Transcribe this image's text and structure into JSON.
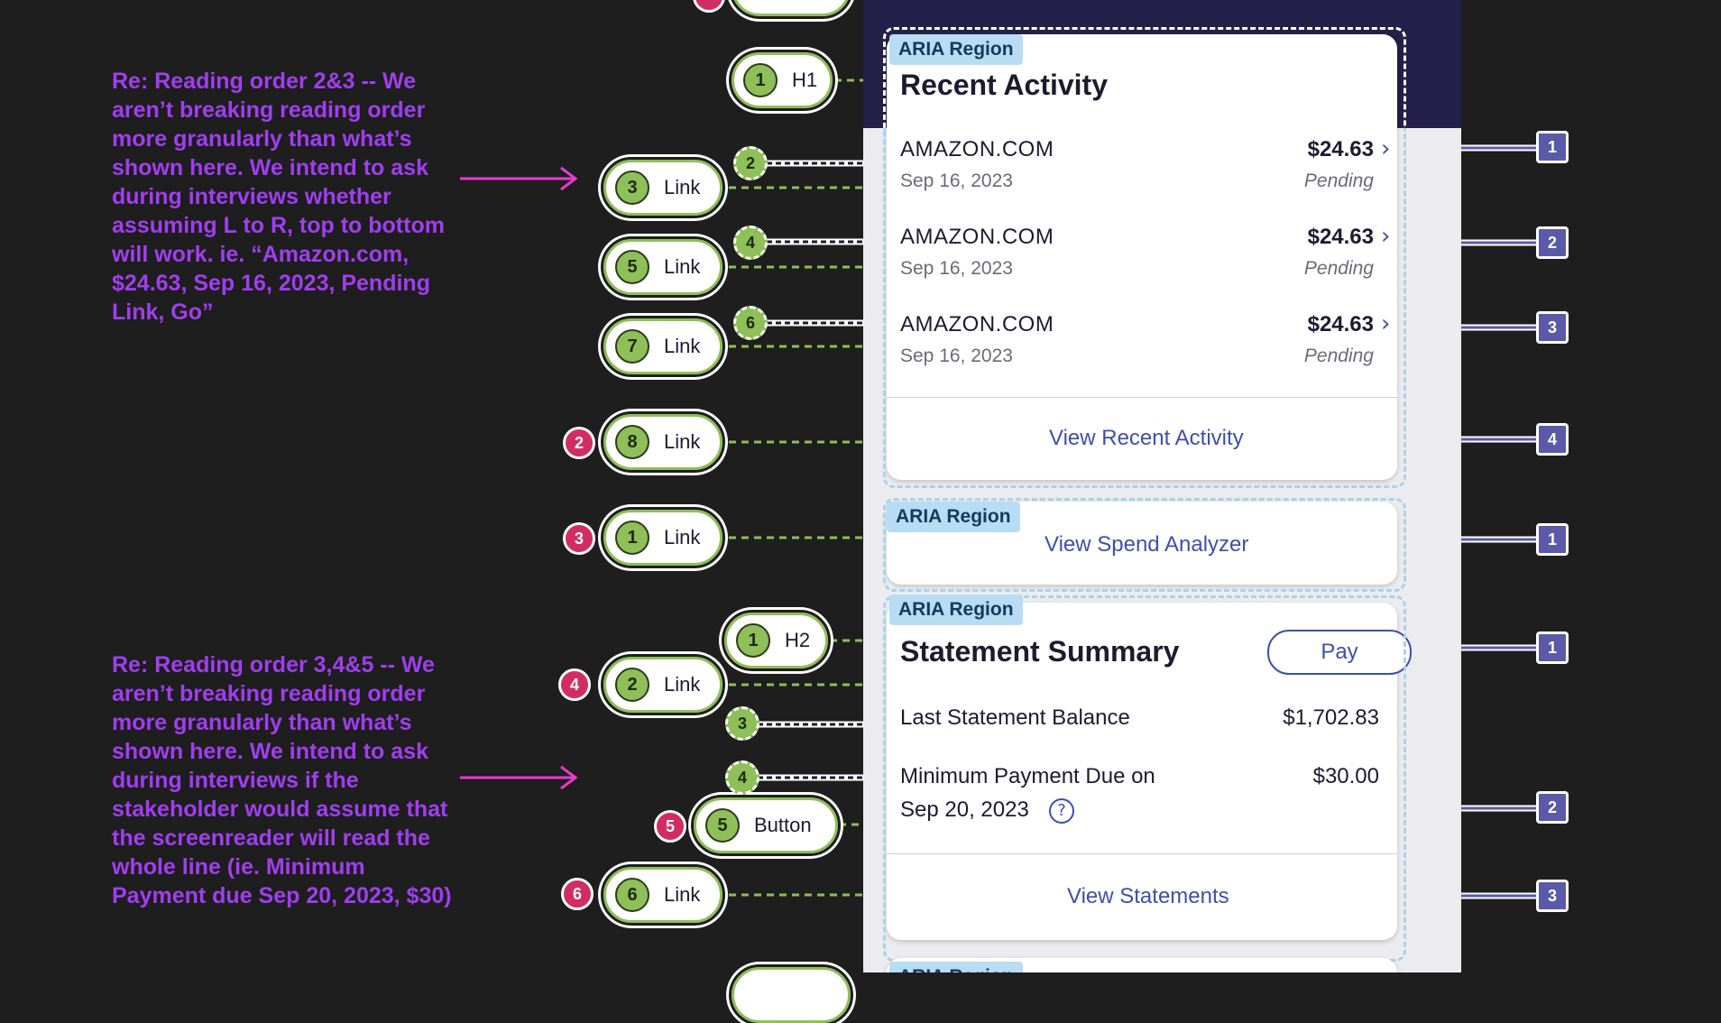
{
  "notes": [
    "Re: Reading order 2&3 -- We aren’t breaking reading order more granularly than what’s shown here. We intend to ask during interviews whether assuming L to R, top to bottom will work. ie. “Amazon.com, $24.63, Sep 16, 2023, Pending Link, Go”",
    "Re: Reading order 3,4&5 -- We aren’t breaking reading order more granularly than what’s shown here. We intend to ask during interviews if the stakeholder would assume that the screenreader will read the whole line (ie. Minimum Payment due Sep 20, 2023, $30)"
  ],
  "aria_region_label": "ARIA Region",
  "recent_activity": {
    "heading": "Recent Activity",
    "transactions": [
      {
        "merchant": "AMAZON.COM",
        "amount": "$24.63",
        "date": "Sep 16, 2023",
        "status": "Pending"
      },
      {
        "merchant": "AMAZON.COM",
        "amount": "$24.63",
        "date": "Sep 16, 2023",
        "status": "Pending"
      },
      {
        "merchant": "AMAZON.COM",
        "amount": "$24.63",
        "date": "Sep 16, 2023",
        "status": "Pending"
      }
    ],
    "view_link": "View Recent Activity"
  },
  "spend_analyzer": {
    "link": "View Spend Analyzer"
  },
  "statement_summary": {
    "heading": "Statement Summary",
    "pay_button": "Pay",
    "last_balance_label": "Last Statement Balance",
    "last_balance_value": "$1,702.83",
    "min_payment_label": "Minimum Payment Due on",
    "min_payment_date": "Sep 20, 2023",
    "min_payment_value": "$30.00",
    "help_icon": "?",
    "view_link": "View Statements"
  },
  "pills": [
    {
      "num": "1",
      "label": "H1"
    },
    {
      "num": "3",
      "label": "Link"
    },
    {
      "num": "5",
      "label": "Link"
    },
    {
      "num": "7",
      "label": "Link"
    },
    {
      "num": "8",
      "label": "Link"
    },
    {
      "num": "1",
      "label": "Link"
    },
    {
      "num": "1",
      "label": "H2"
    },
    {
      "num": "2",
      "label": "Link"
    },
    {
      "num": "5",
      "label": "Button"
    },
    {
      "num": "6",
      "label": "Link"
    }
  ],
  "focus_markers": [
    "2",
    "4",
    "6",
    "3",
    "4"
  ],
  "red_badges": [
    "2",
    "3",
    "4",
    "5",
    "6"
  ],
  "square_badges": [
    "1",
    "2",
    "3",
    "4",
    "1",
    "1",
    "2",
    "3"
  ],
  "colors": {
    "note": "#a13ef0",
    "focus_green": "#8ebf58",
    "red_badge": "#d12d63",
    "square_badge": "#5a5aa8",
    "link_blue": "#3d4fb0",
    "aria_tag": "#b7dcf4"
  }
}
